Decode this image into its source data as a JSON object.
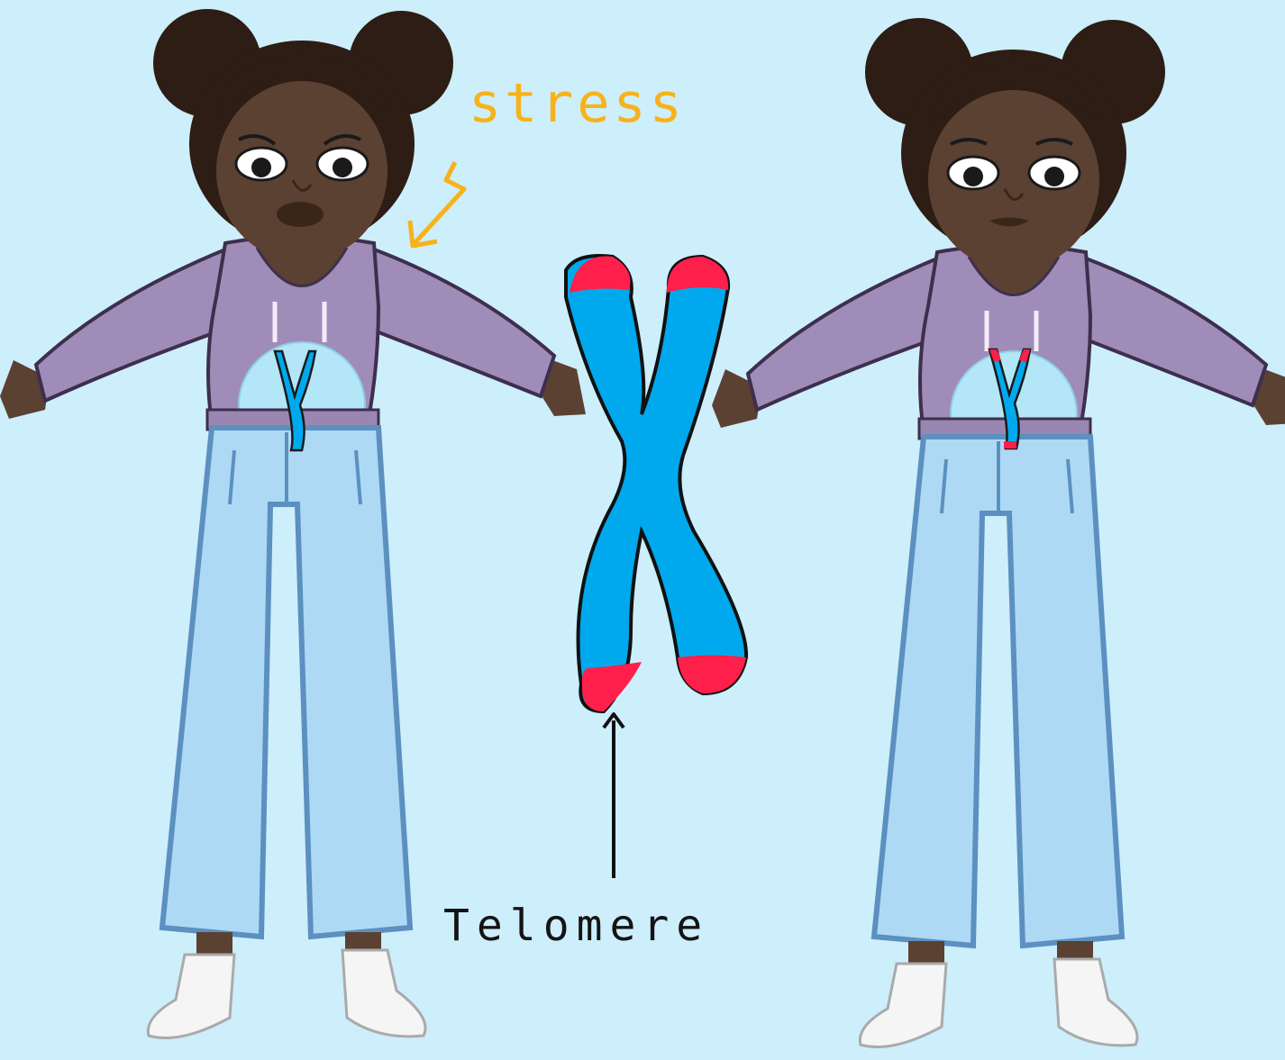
{
  "labels": {
    "stress": "stress",
    "telomere": "Telomere"
  },
  "colors": {
    "background": "#cdeefb",
    "chromosome": "#00a9ee",
    "telomere_cap": "#ff1f4b",
    "hoodie": "#a08cb8",
    "jeans": "#aed9f5",
    "skin": "#5b4132",
    "hair": "#2e1d14",
    "stress_text": "#f7b21b"
  },
  "figures": [
    {
      "name": "stressed-girl",
      "mood": "worried",
      "chromosome_caps": false
    },
    {
      "name": "calm-girl",
      "mood": "calm",
      "chromosome_caps": true
    }
  ]
}
